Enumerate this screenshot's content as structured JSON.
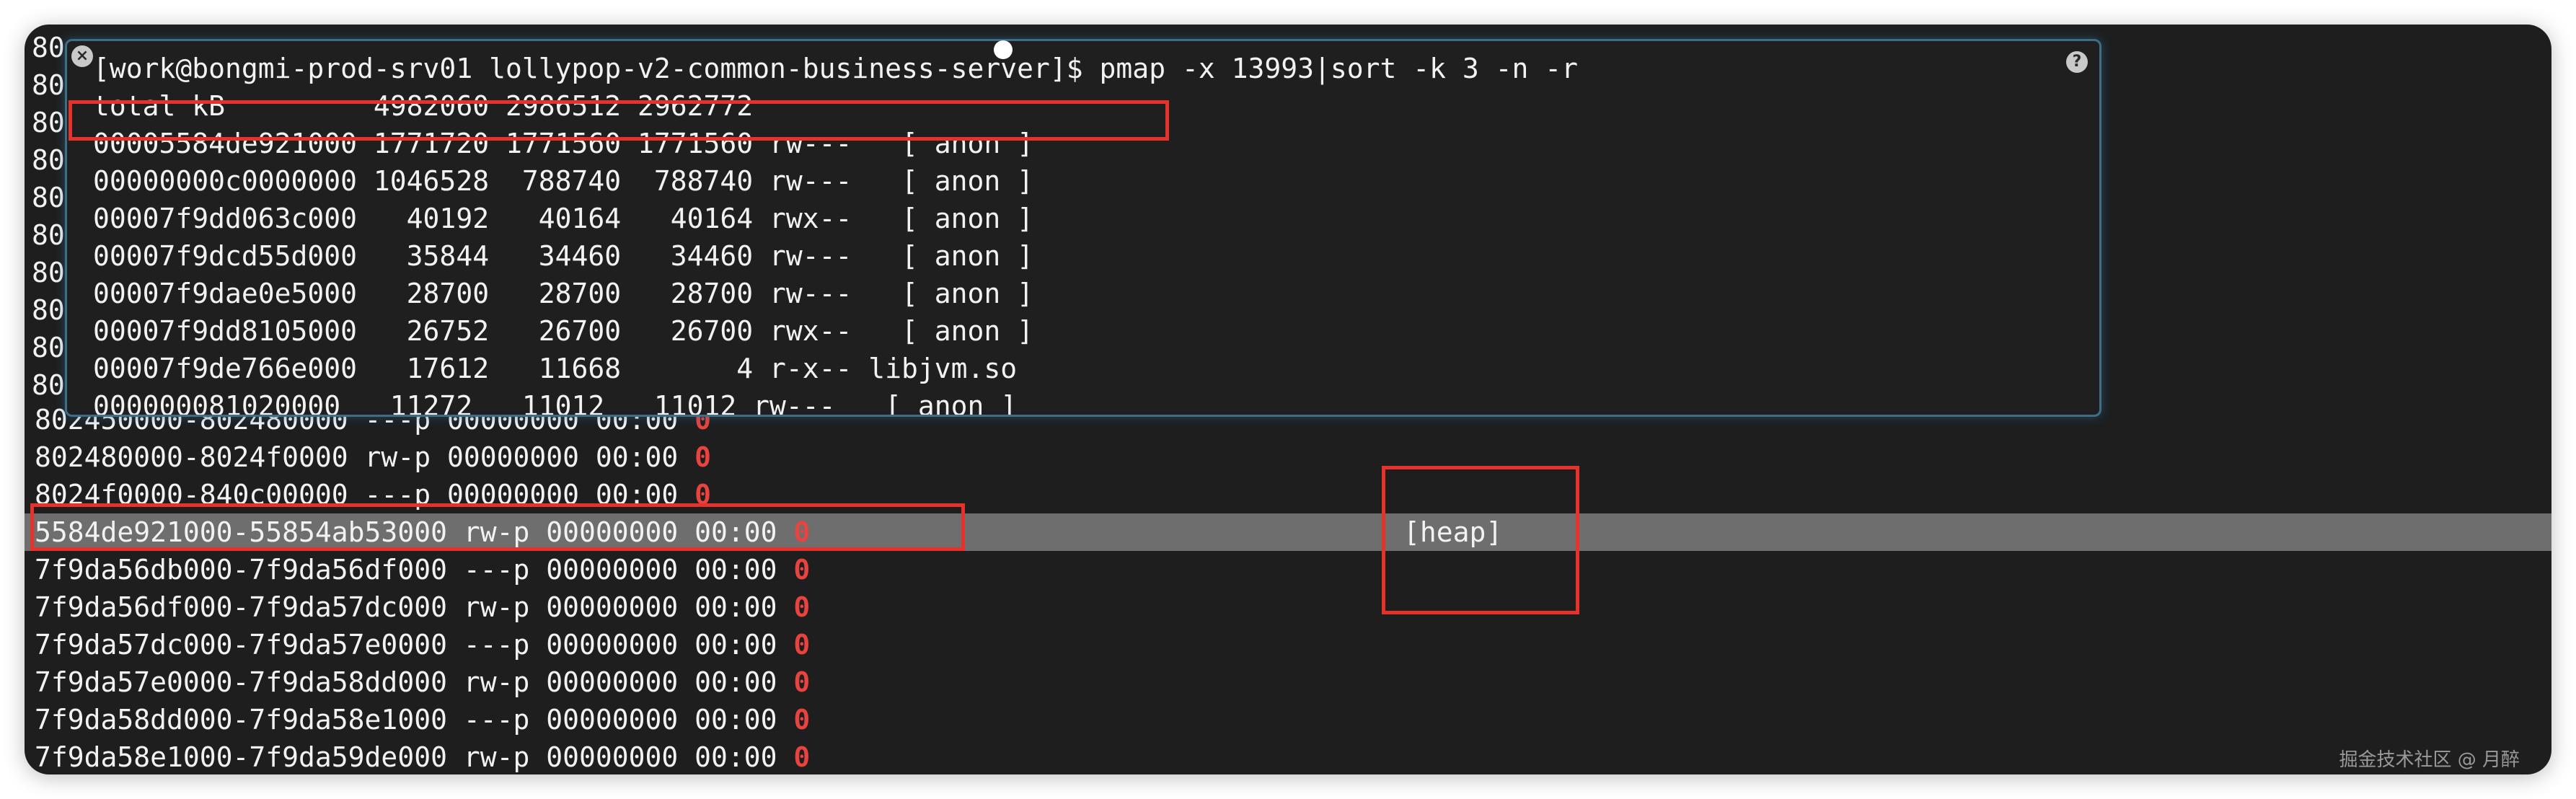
{
  "colors": {
    "background": "#1e1e1e",
    "text": "#f2f2f2",
    "highlight": "#6e6e6e",
    "annotation": "#e5322b",
    "popup_border": "#3e6e86",
    "zero": "#e8433f"
  },
  "popup": {
    "close_icon": "close-icon",
    "help_icon": "help-icon",
    "help_label": "?",
    "lines": [
      "[work@bongmi-prod-srv01 lollypop-v2-common-business-server]$ pmap -x 13993|sort -k 3 -n -r",
      "total kB         4982060 2986512 2962772",
      "00005584de921000 1771720 1771560 1771560 rw---   [ anon ]",
      "00000000c0000000 1046528  788740  788740 rw---   [ anon ]",
      "00007f9dd063c000   40192   40164   40164 rwx--   [ anon ]",
      "00007f9dcd55d000   35844   34460   34460 rw---   [ anon ]",
      "00007f9dae0e5000   28700   28700   28700 rw---   [ anon ]",
      "00007f9dd8105000   26752   26700   26700 rwx--   [ anon ]",
      "00007f9de766e000   17612   11668       4 r-x-- libjvm.so",
      "000000081020000   11272   11012   11012 rw---   [ anon ]"
    ]
  },
  "background_lines": {
    "hidden_prefixes": [
      "80",
      "80",
      "80",
      "80",
      "80",
      "80",
      "80",
      "80",
      "80",
      "80"
    ],
    "rows": [
      {
        "text": "802450000-802480000 ---p 00000000 00:00 ",
        "zero": "0",
        "label": ""
      },
      {
        "text": "802480000-8024f0000 rw-p 00000000 00:00 ",
        "zero": "0",
        "label": ""
      },
      {
        "text": "8024f0000-840c00000 ---p 00000000 00:00 ",
        "zero": "0",
        "label": ""
      },
      {
        "text": "5584de921000-55854ab53000 rw-p 00000000 00:00 ",
        "zero": "0",
        "label": "[heap]"
      },
      {
        "text": "7f9da56db000-7f9da56df000 ---p 00000000 00:00 ",
        "zero": "0",
        "label": ""
      },
      {
        "text": "7f9da56df000-7f9da57dc000 rw-p 00000000 00:00 ",
        "zero": "0",
        "label": ""
      },
      {
        "text": "7f9da57dc000-7f9da57e0000 ---p 00000000 00:00 ",
        "zero": "0",
        "label": ""
      },
      {
        "text": "7f9da57e0000-7f9da58dd000 rw-p 00000000 00:00 ",
        "zero": "0",
        "label": ""
      },
      {
        "text": "7f9da58dd000-7f9da58e1000 ---p 00000000 00:00 ",
        "zero": "0",
        "label": ""
      },
      {
        "text": "7f9da58e1000-7f9da59de000 rw-p 00000000 00:00 ",
        "zero": "0",
        "label": ""
      }
    ]
  },
  "watermark": "掘金技术社区 @ 月醉"
}
